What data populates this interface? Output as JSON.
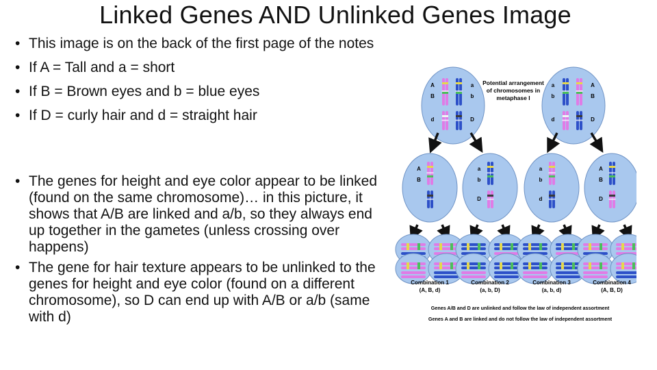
{
  "title": "Linked Genes AND Unlinked Genes Image",
  "bullets_top": [
    "This image is on the back of the first page of the notes",
    "If A = Tall and a = short",
    "If B = Brown eyes and b = blue eyes",
    "If D = curly hair and d = straight hair"
  ],
  "bullets_bottom": [
    "The genes for height and eye color appear to be linked (found on the same chromosome)… in this picture, it shows that A/B are linked and a/b, so they always end up together in the gametes (unless crossing over happens)",
    " The gene for hair texture appears to be unlinked to the genes for height and eye color (found on a different chromosome), so D can end up with A/B or a/b (same with d)"
  ],
  "diagram": {
    "metaphase_label": [
      "Potential arrangement",
      "of chromosomes in",
      "metaphase I"
    ],
    "cell_left_labels": {
      "left": [
        "A",
        "B",
        "d"
      ],
      "right": [
        "a",
        "b",
        "D"
      ]
    },
    "cell_right_labels": {
      "left": [
        "a",
        "b",
        "d"
      ],
      "right": [
        "A",
        "B",
        "D"
      ]
    },
    "cell2_labels": [
      [
        "A",
        "B",
        ""
      ],
      [
        "a",
        "b",
        "D"
      ],
      [
        "a",
        "b",
        "d"
      ],
      [
        "A",
        "B",
        "D"
      ]
    ],
    "combinations": [
      {
        "name": "Combination 1",
        "alleles": "(A, B, d)"
      },
      {
        "name": "Combination 2",
        "alleles": "(a, b, D)"
      },
      {
        "name": "Combination 3",
        "alleles": "(a, b, d)"
      },
      {
        "name": "Combination 4",
        "alleles": "(A, B, D)"
      }
    ],
    "caption_1": "Genes A/B and D are unlinked and follow the law of independent assortment",
    "caption_2": "Genes A and B are linked and do not follow the law of independent assortment",
    "colors": {
      "cell": "#a9c8ee",
      "cell_stroke": "#6f93c5",
      "pink": "#e07be6",
      "blue": "#2d50c8",
      "arrow": "#111111"
    }
  }
}
